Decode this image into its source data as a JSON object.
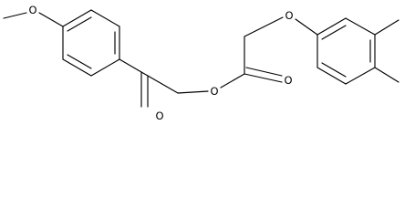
{
  "atom_labels": {
    "methoxy_oxygen": "O",
    "ketone_oxygen": "O",
    "ester_ring_oxygen": "O",
    "ester_carbonyl_oxygen": "O",
    "ether_oxygen": "O"
  },
  "colors": {
    "bond": "#000000",
    "label": "#000000",
    "background": "#ffffff"
  }
}
